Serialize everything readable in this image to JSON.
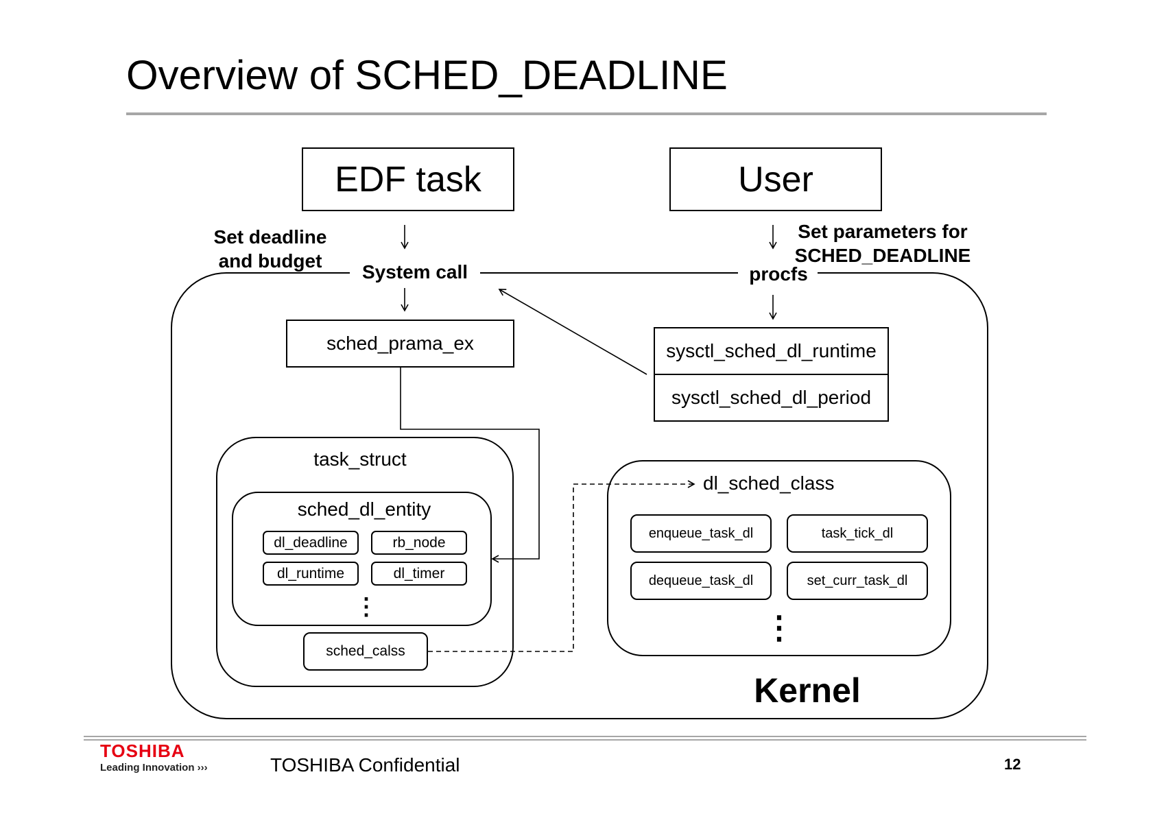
{
  "slide": {
    "title": "Overview of SCHED_DEADLINE",
    "page_number": "12",
    "confidential": "TOSHIBA Confidential"
  },
  "logo": {
    "brand": "TOSHIBA",
    "tagline": "Leading Innovation",
    "tagline_arrows": "›››",
    "brand_color": "#e60012"
  },
  "diagram": {
    "edf_task": "EDF task",
    "user": "User",
    "set_deadline_line1": "Set deadline",
    "set_deadline_line2": "and budget",
    "set_params_line1": "Set parameters for",
    "set_params_line2": "SCHED_DEADLINE",
    "system_call": "System call",
    "procfs": "procfs",
    "sched_param": "sched_prama_ex",
    "sysctl_runtime": "sysctl_sched_dl_runtime",
    "sysctl_period": "sysctl_sched_dl_period",
    "task_struct": "task_struct",
    "sched_dl_entity": "sched_dl_entity",
    "dl_deadline": "dl_deadline",
    "rb_node": "rb_node",
    "dl_runtime": "dl_runtime",
    "dl_timer": "dl_timer",
    "sched_class_field": "sched_calss",
    "dl_sched_class": "dl_sched_class",
    "enqueue": "enqueue_task_dl",
    "task_tick": "task_tick_dl",
    "dequeue": "dequeue_task_dl",
    "set_curr": "set_curr_task_dl",
    "kernel": "Kernel",
    "ellipsis": "⋮"
  }
}
